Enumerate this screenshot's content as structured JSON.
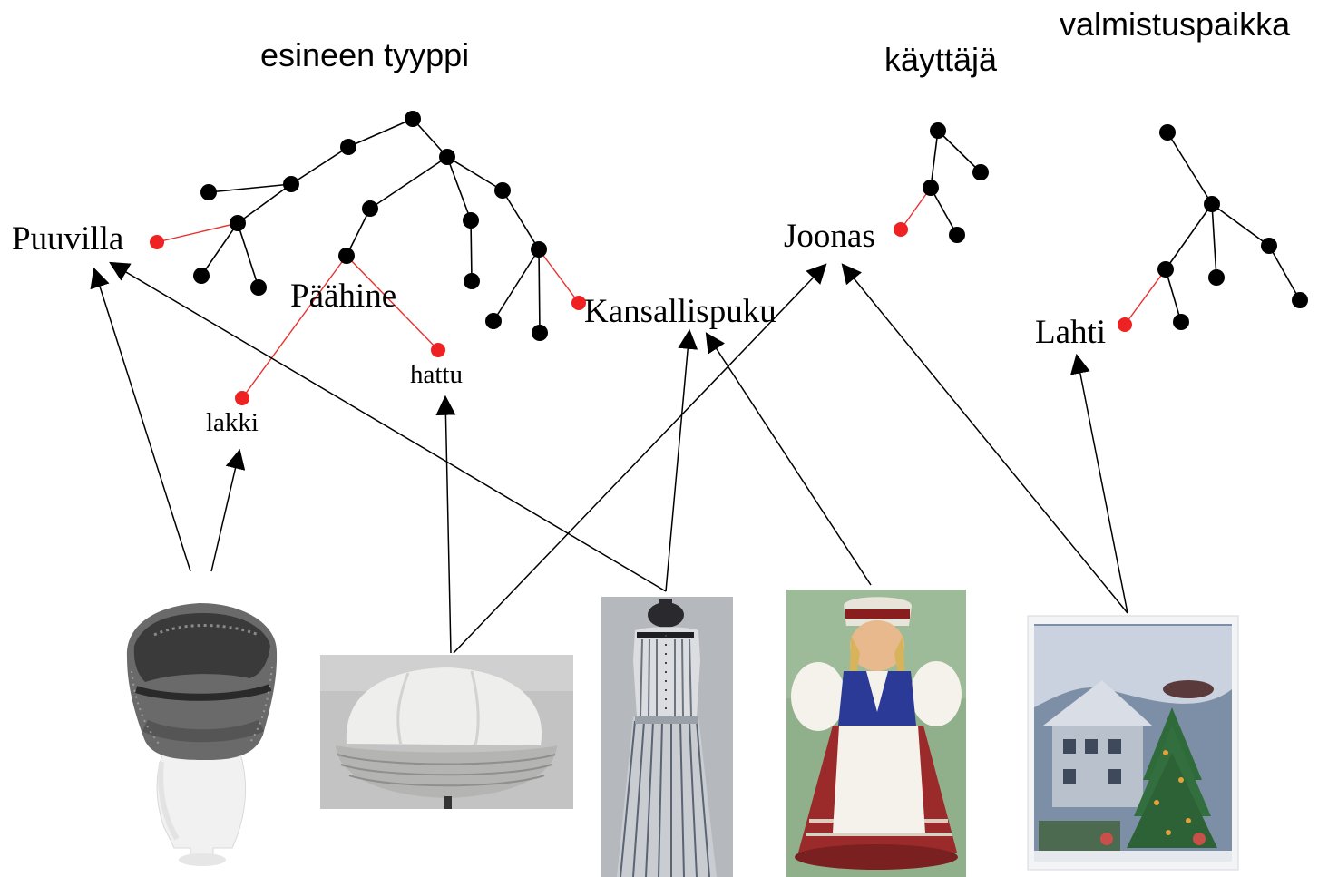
{
  "headings": {
    "object_type": "esineen tyyppi",
    "user": "käyttäjä",
    "place": "valmistuspaikka"
  },
  "concepts": {
    "puuvilla": "Puuvilla",
    "paahine": "Päähine",
    "lakki": "lakki",
    "hattu": "hattu",
    "kansallispuku": "Kansallispuku",
    "joonas": "Joonas",
    "lahti": "Lahti"
  },
  "objects": [
    {
      "id": "knit-cap",
      "icon": "knitted-cap-on-mannequin-head"
    },
    {
      "id": "sailor-hat",
      "icon": "white-sailor-hat"
    },
    {
      "id": "striped-dress",
      "icon": "striped-dress-on-dress-form"
    },
    {
      "id": "costume-doll",
      "icon": "folk-costume-doll"
    },
    {
      "id": "christmas-card",
      "icon": "christmas-scene-card"
    }
  ],
  "colors": {
    "node": "#000000",
    "selected_node": "#ee2222",
    "selected_edge": "#e8312f"
  }
}
